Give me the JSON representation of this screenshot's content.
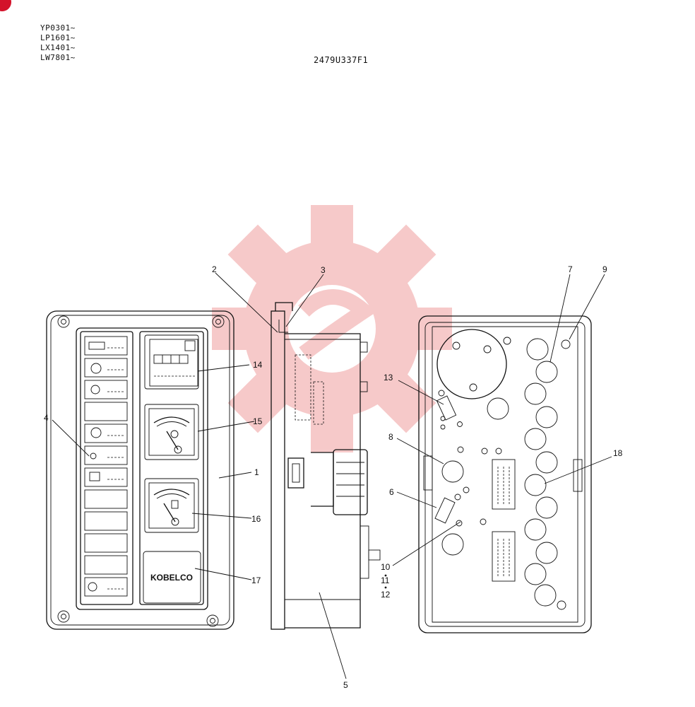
{
  "serials": [
    "YP0301~",
    "LP1601~",
    "LX1401~",
    "LW7801~"
  ],
  "drawing_code": "2479U337F1",
  "panel_brand": "KOBELCO",
  "callouts": {
    "c1": "1",
    "c2": "2",
    "c3": "3",
    "c4": "4",
    "c5": "5",
    "c6": "6",
    "c7": "7",
    "c8": "8",
    "c9": "9",
    "c10": "10",
    "c11": "11",
    "c12": "12",
    "c13": "13",
    "c14": "14",
    "c15": "15",
    "c16": "16",
    "c17": "17",
    "c18": "18"
  },
  "colors": {
    "line": "#111111",
    "watermark": "#f3b8b8",
    "corner_mark": "#d3122a"
  }
}
